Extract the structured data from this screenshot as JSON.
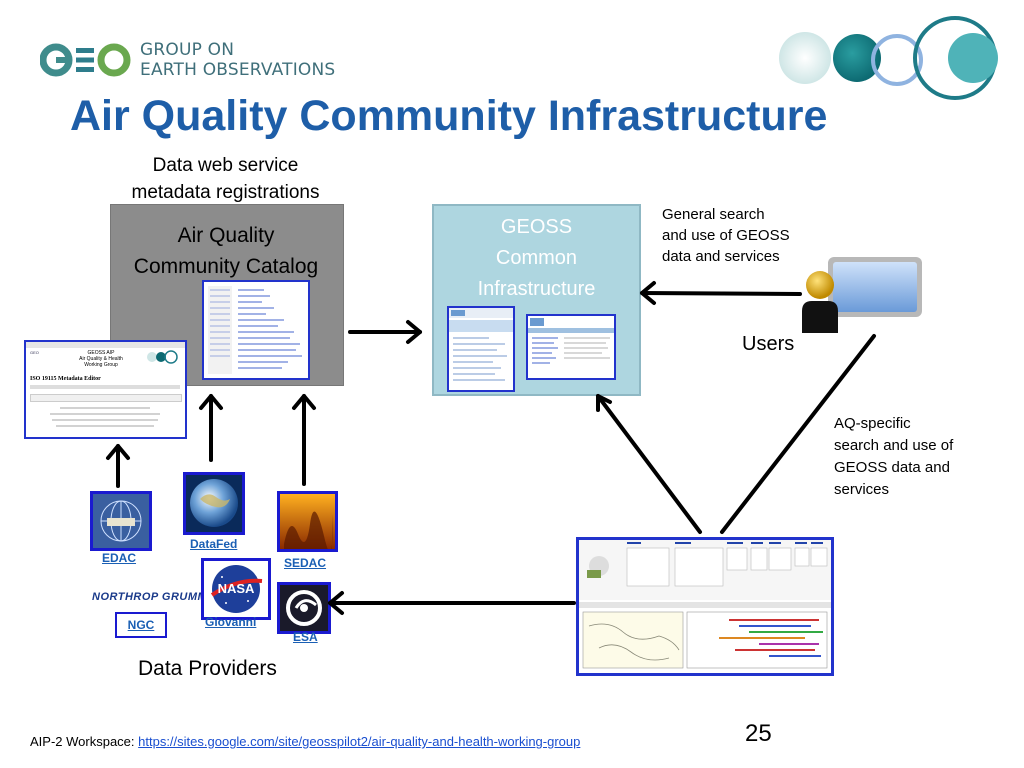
{
  "header": {
    "logo_text": "GEO",
    "org_line1": "GROUP ON",
    "org_line2": "EARTH OBSERVATIONS",
    "title": "Air Quality Community Infrastructure"
  },
  "catalog": {
    "caption_line1": "Data web service",
    "caption_line2": "metadata registrations",
    "title_line1": "Air Quality",
    "title_line2": "Community Catalog"
  },
  "metadata_editor": {
    "heading_line1": "GEOSS AIP",
    "heading_line2": "Air Quality & Health",
    "heading_line3": "Working Group",
    "title": "ISO 19115 Metadata Editor"
  },
  "geoss": {
    "line1": "GEOSS",
    "line2": "Common",
    "line3": "Infrastructure"
  },
  "general": {
    "line1": "General search",
    "line2": "and use of GEOSS",
    "line3": "data and services"
  },
  "users": {
    "label": "Users"
  },
  "aq": {
    "line1": "AQ-specific",
    "line2": "search and use of",
    "line3": "GEOSS data and",
    "line4": "services"
  },
  "providers": {
    "label": "Data Providers",
    "edac": "EDAC",
    "datafed": "DataFed",
    "sedac": "SEDAC",
    "ngc": "NGC",
    "ngc_logo": "NORTHROP GRUMMAN",
    "giovanni": "Giovanni",
    "esa": "ESA",
    "nasa": "NASA"
  },
  "footer": {
    "prefix": "AIP-2 Workspace: ",
    "link": "https://sites.google.com/site/geosspilot2/air-quality-and-health-working-group",
    "page_number": "25"
  },
  "colors": {
    "title": "#1e5ea8",
    "catalog_box": "#8c8c8c",
    "geoss_box": "#aed6e0",
    "link": "#1a5fb4",
    "frame": "#1a1ad0"
  }
}
